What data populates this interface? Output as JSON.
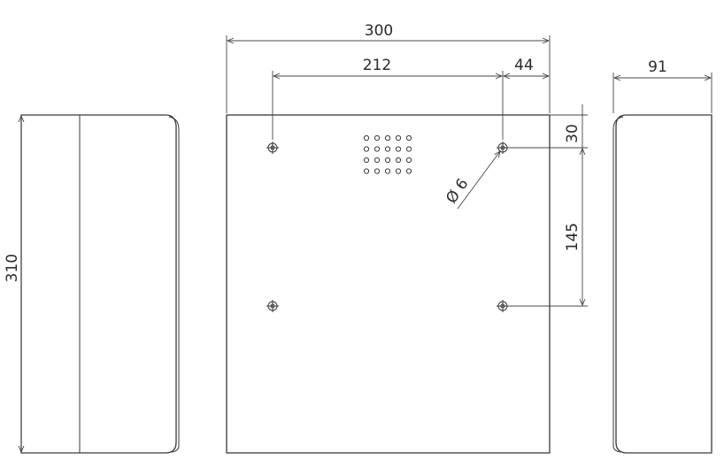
{
  "dimensions": {
    "front_width": "300",
    "hole_spacing_horizontal": "212",
    "hole_to_right_edge": "44",
    "side_depth": "91",
    "hole_from_top": "30",
    "hole_spacing_vertical": "145",
    "hole_diameter": "Ø 6",
    "height": "310"
  },
  "colors": {
    "line": "#3a3a3a",
    "background": "#ffffff"
  }
}
